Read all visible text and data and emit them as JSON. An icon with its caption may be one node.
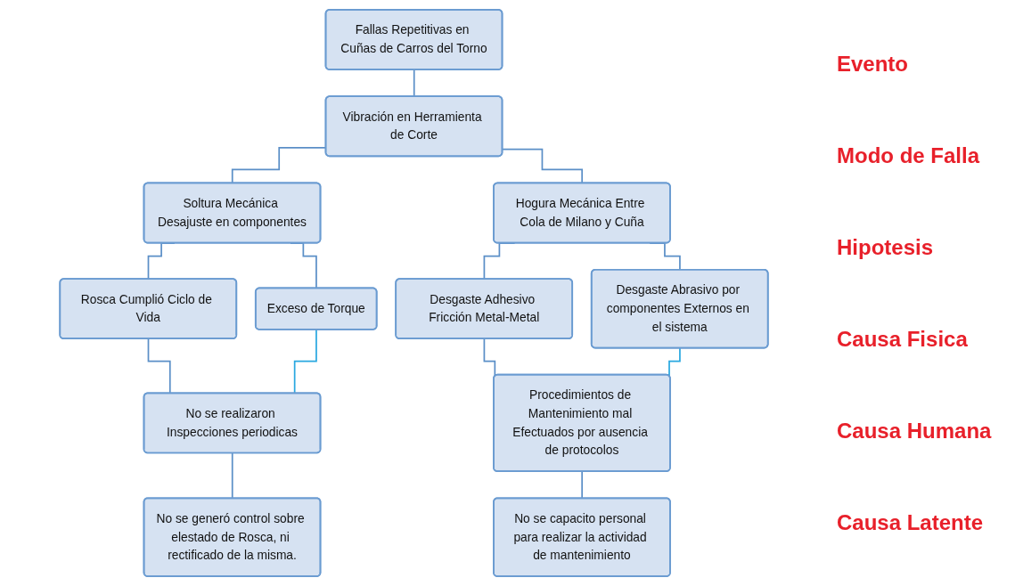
{
  "diagram": {
    "nodes": [
      {
        "text": [
          "Fallas Repetitivas en Cuñas de Carros del Torno"
        ]
      },
      {
        "text": [
          "Vibración en Herramienta de Corte"
        ]
      },
      {
        "text": [
          "Soltura Mecánica Desajuste en componentes"
        ]
      },
      {
        "text": [
          "Hogura Mecánica Entre Cola de Milano y Cuña"
        ]
      },
      {
        "text": [
          "Rosca Cumplió Ciclo de Vida"
        ]
      },
      {
        "text": [
          "Exceso de Torque"
        ]
      },
      {
        "text": [
          "Desgaste Adhesivo Fricción Metal-Metal"
        ]
      },
      {
        "text": [
          "Desgaste Abrasivo por componentes Externos en el sistema"
        ]
      },
      {
        "text": [
          "No se realizaron Inspecciones periodicas"
        ]
      },
      {
        "text": [
          "Procedimientos de Mantenimiento mal Efectuados por ausencia de protocolos"
        ]
      },
      {
        "text": [
          "No se generó control sobre elestado de Rosca, ni rectificado de la misma."
        ]
      },
      {
        "text": [
          "No se capacito personal para realizar la actividad de mantenimiento"
        ]
      }
    ],
    "edges": [
      {
        "from": 0,
        "to": 1,
        "arrow": "none"
      },
      {
        "from": 1,
        "to": 2,
        "arrow": "none"
      },
      {
        "from": 1,
        "to": 3,
        "arrow": "none"
      },
      {
        "from": 2,
        "to": 4,
        "arrow": "none"
      },
      {
        "from": 2,
        "to": 5,
        "arrow": "none"
      },
      {
        "from": 3,
        "to": 6,
        "arrow": "none"
      },
      {
        "from": 3,
        "to": 7,
        "arrow": "none"
      },
      {
        "from": 4,
        "to": 8,
        "arrow": "none"
      },
      {
        "from": 5,
        "to": 8,
        "arrow": "none",
        "color": "#29a8e0"
      },
      {
        "from": 6,
        "to": 9,
        "arrow": "none"
      },
      {
        "from": 7,
        "to": 9,
        "arrow": "none",
        "color": "#29a8e0"
      },
      {
        "from": 8,
        "to": 10,
        "arrow": "none"
      },
      {
        "from": 9,
        "to": 11,
        "arrow": "none"
      }
    ],
    "labels": [
      "Evento",
      "Modo de Falla",
      "Hipotesis",
      "Causa Fisica",
      "Causa Humana",
      "Causa Latente"
    ]
  }
}
